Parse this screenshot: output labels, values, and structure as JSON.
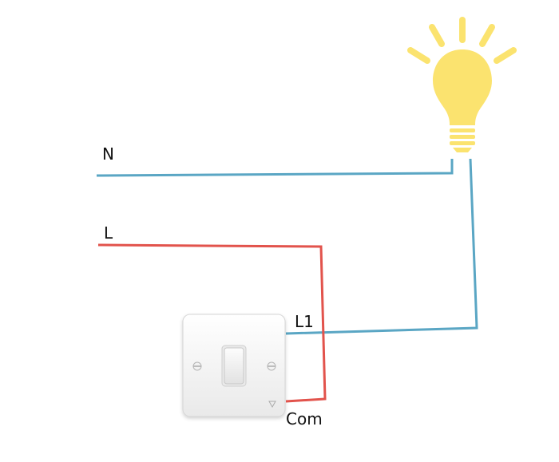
{
  "labels": {
    "neutral": "N",
    "live": "L",
    "switch_l1": "L1",
    "switch_com": "Com"
  },
  "colors": {
    "neutral_wire": "#5aa6c4",
    "live_wire": "#e2534c",
    "switched_wire": "#5aa6c4",
    "bulb": "#fbe36f",
    "bulb_base": "#fbe36f",
    "switch_plate": "#f4f4f4"
  },
  "icons": [
    "light-bulb-icon",
    "light-switch-icon",
    "screw-icon"
  ]
}
